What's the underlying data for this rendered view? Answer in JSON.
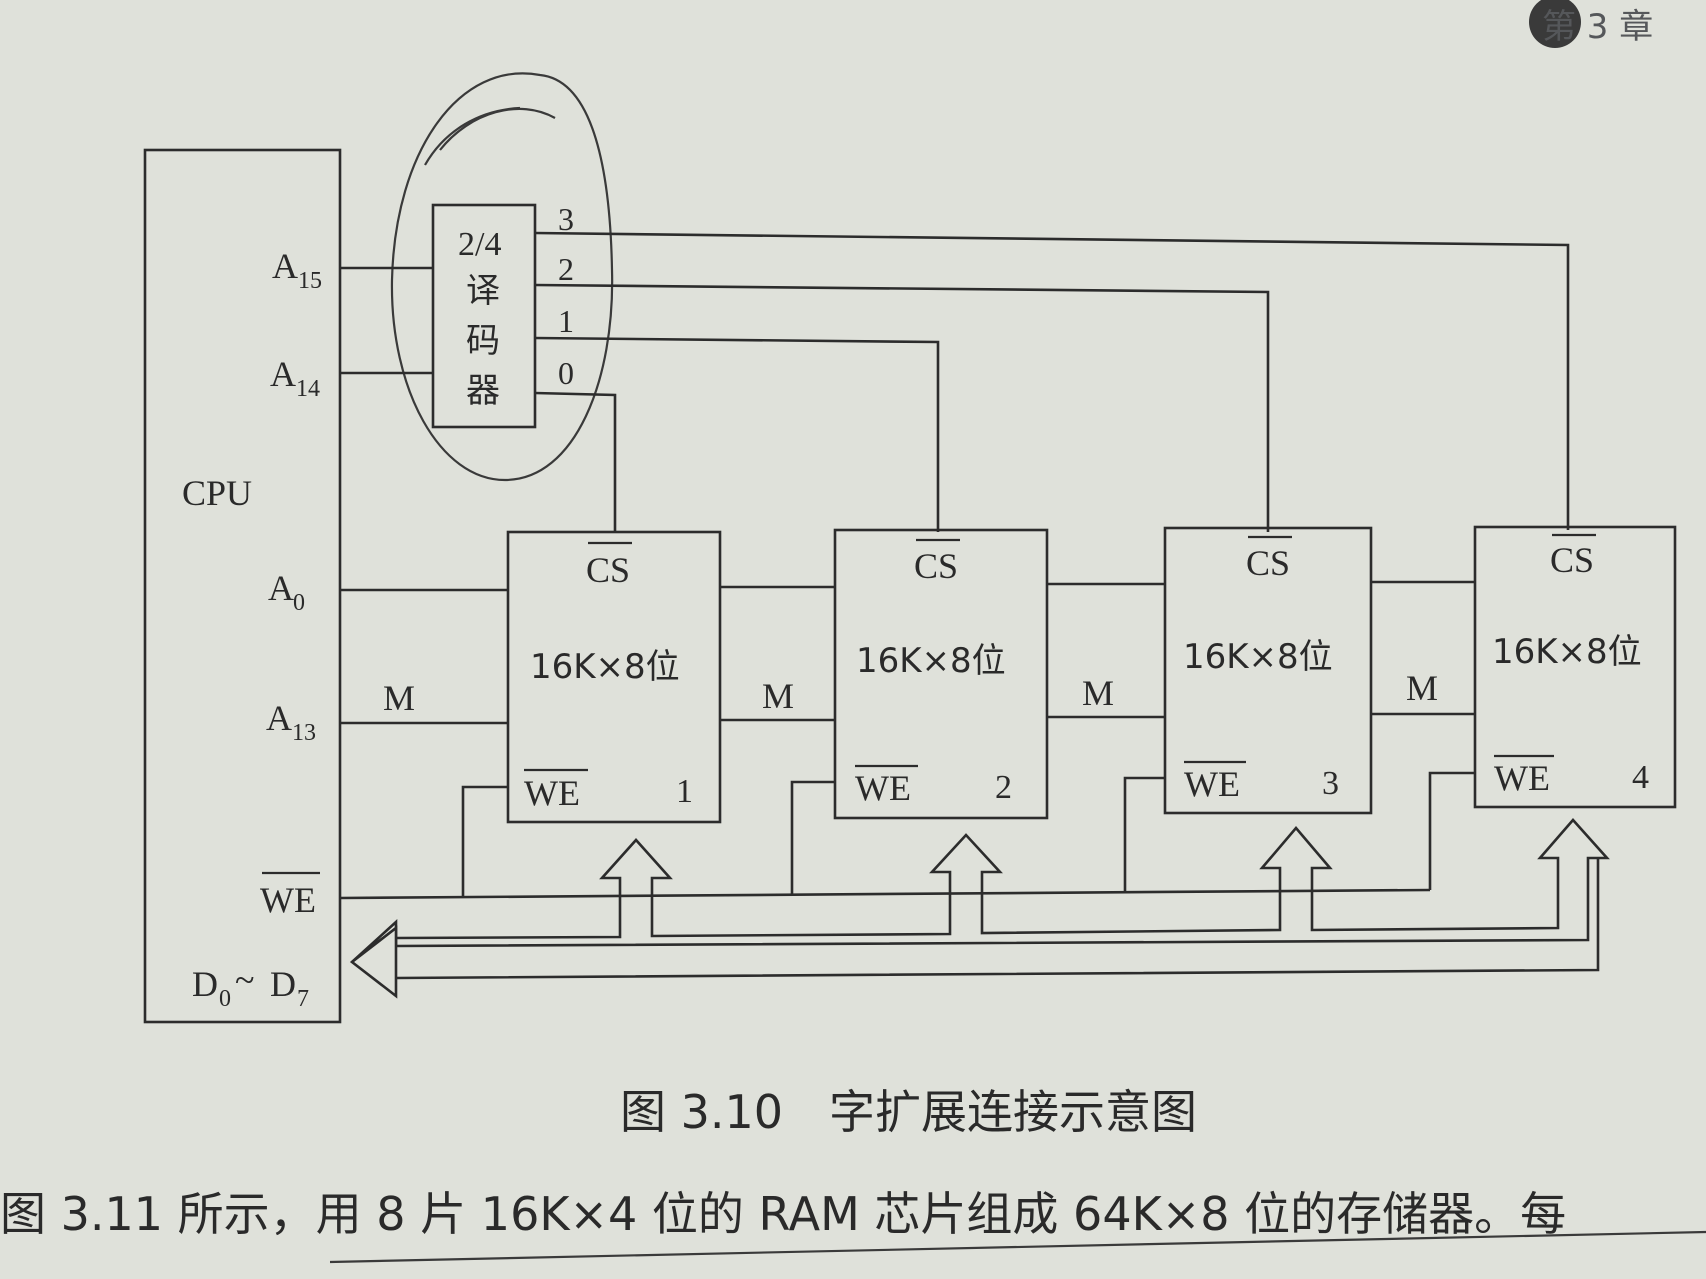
{
  "header": {
    "chapter_mark": "第 3 章"
  },
  "cpu": {
    "title": "CPU",
    "pins": {
      "a15": {
        "main": "A",
        "sub": "15"
      },
      "a14": {
        "main": "A",
        "sub": "14"
      },
      "a0": {
        "main": "A",
        "sub": "0"
      },
      "a13": {
        "main": "A",
        "sub": "13"
      },
      "we": "WE",
      "data": {
        "d0": "D",
        "sub0": "0",
        "tilde": "~",
        "d7": "D",
        "sub7": "7"
      }
    }
  },
  "decoder": {
    "name": "2/4",
    "name_line2": "译",
    "name_line3": "码",
    "name_line4": "器",
    "outputs": [
      "3",
      "2",
      "1",
      "0"
    ]
  },
  "bus_label": "M",
  "chips": [
    {
      "cs": "CS",
      "capacity": "16K×8位",
      "we": "WE",
      "index": "1"
    },
    {
      "cs": "CS",
      "capacity": "16K×8位",
      "we": "WE",
      "index": "2"
    },
    {
      "cs": "CS",
      "capacity": "16K×8位",
      "we": "WE",
      "index": "3"
    },
    {
      "cs": "CS",
      "capacity": "16K×8位",
      "we": "WE",
      "index": "4"
    }
  ],
  "caption": "图 3.10　字扩展连接示意图",
  "body_text": "图 3.11 所示，用 8 片 16K×4 位的 RAM 芯片组成 64K×8 位的存储器。每"
}
